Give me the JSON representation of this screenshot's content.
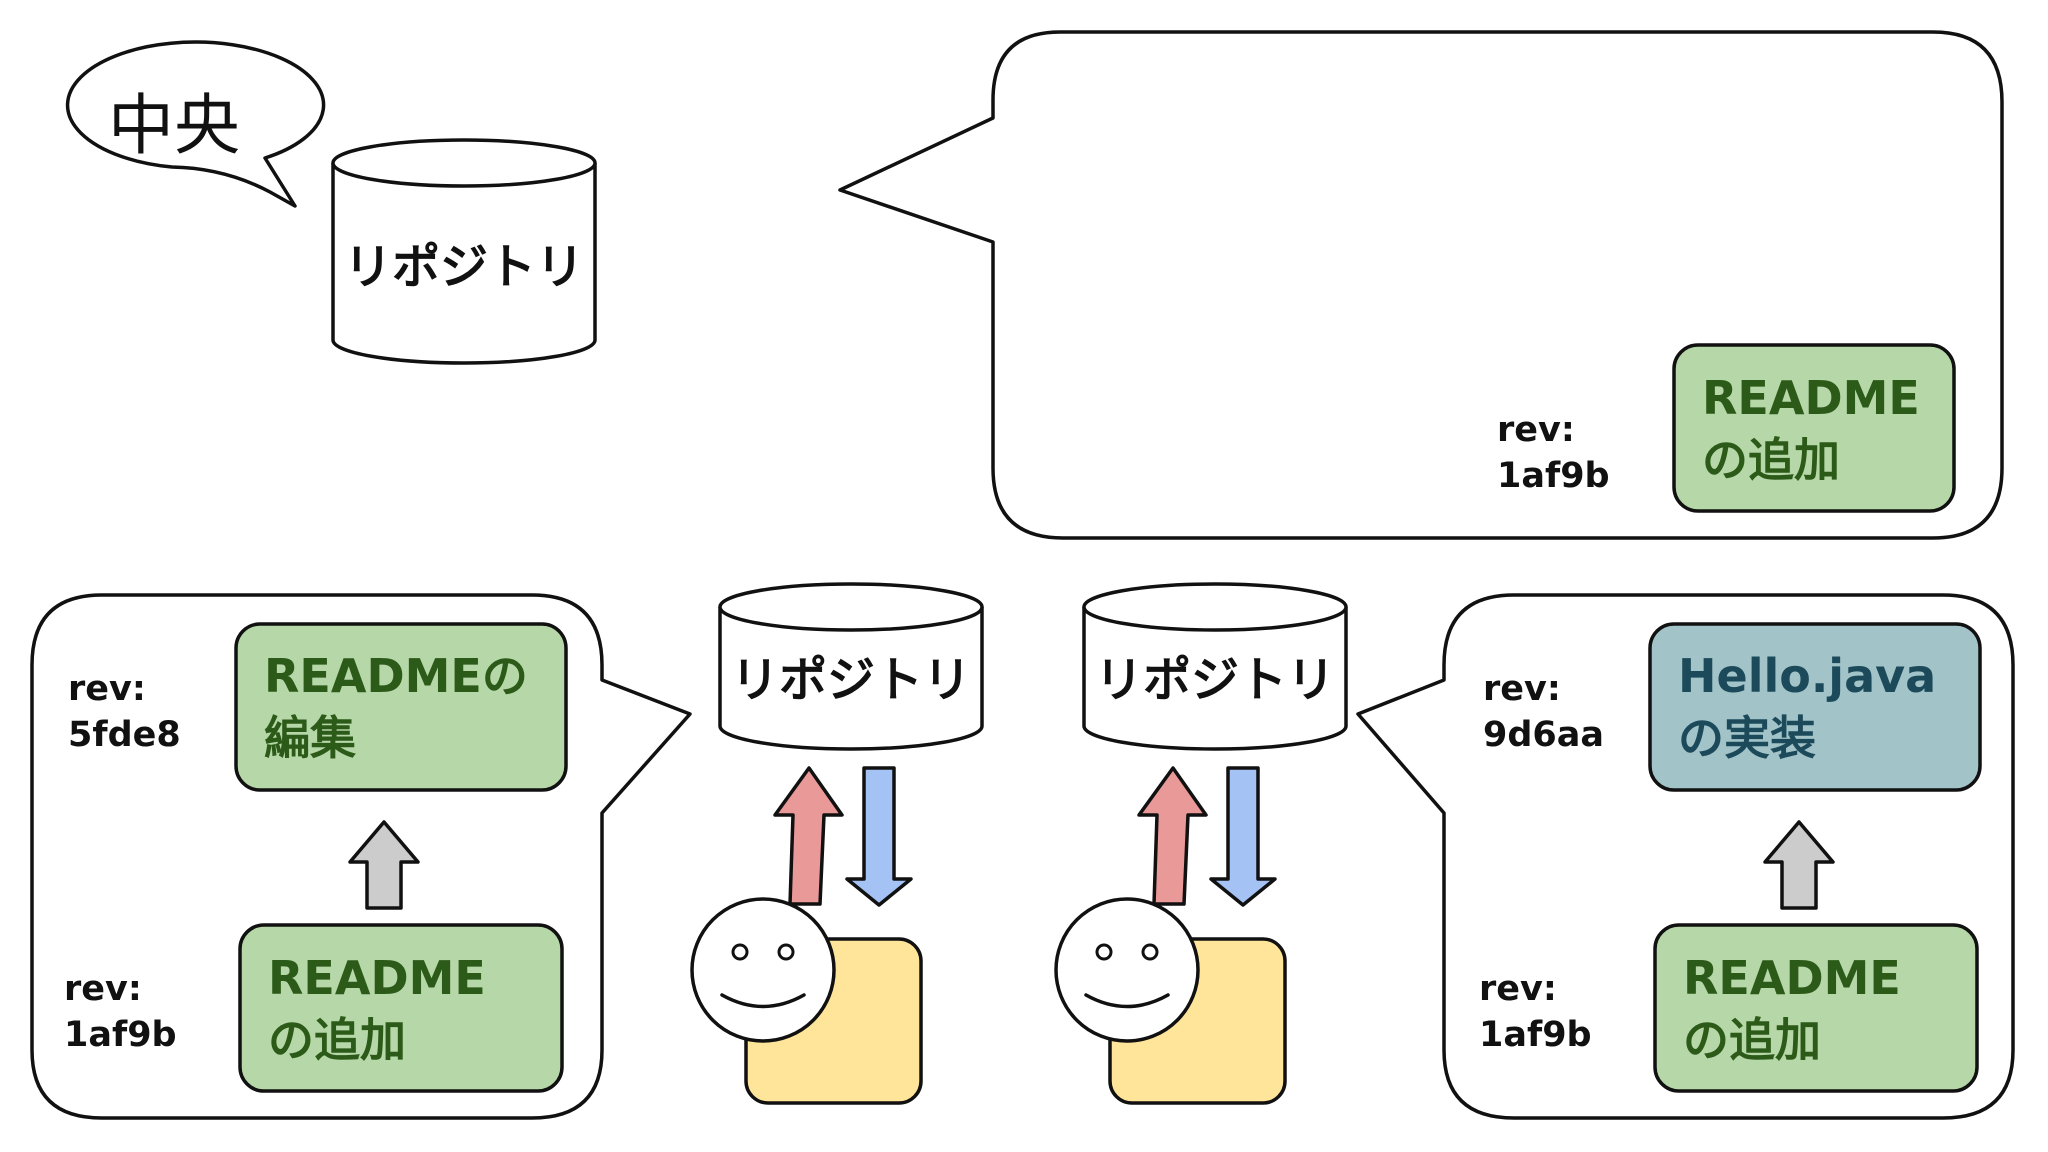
{
  "central": {
    "speech": "中央",
    "repo_label": "リポジトリ"
  },
  "central_history": {
    "rev_prefix": "rev:",
    "rev_id": "1af9b",
    "commit": [
      "README",
      "の追加"
    ]
  },
  "left_user": {
    "repo_label": "リポジトリ",
    "history": [
      {
        "rev_prefix": "rev:",
        "rev_id": "5fde8",
        "commit": [
          "READMEの",
          "編集"
        ],
        "color": "#b6d7a8"
      },
      {
        "rev_prefix": "rev:",
        "rev_id": "1af9b",
        "commit": [
          "README",
          "の追加"
        ],
        "color": "#b6d7a8"
      }
    ]
  },
  "right_user": {
    "repo_label": "リポジトリ",
    "history": [
      {
        "rev_prefix": "rev:",
        "rev_id": "9d6aa",
        "commit": [
          "Hello.java",
          "の実装"
        ],
        "color": "#a2c4c9"
      },
      {
        "rev_prefix": "rev:",
        "rev_id": "1af9b",
        "commit": [
          "README",
          "の追加"
        ],
        "color": "#b6d7a8"
      }
    ]
  },
  "colors": {
    "commit_green": "#b6d7a8",
    "commit_blue": "#a2c4c9",
    "user_body": "#ffe599",
    "push_arrow": "#ea9999",
    "pull_arrow": "#a4c2f4",
    "parent_arrow": "#cccccc"
  },
  "icons": {
    "user": "smiley-user-icon",
    "repo": "database-cylinder-icon"
  }
}
